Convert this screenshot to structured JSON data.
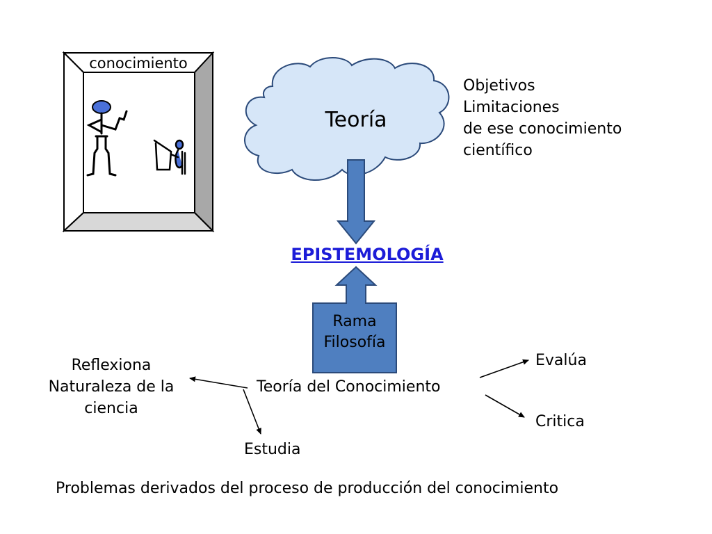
{
  "frame": {
    "title": "conocimiento"
  },
  "cloud": {
    "label": "Teoría"
  },
  "objectives": {
    "lines": [
      "Objetivos",
      "Limitaciones",
      "de ese conocimiento",
      "científico"
    ]
  },
  "epistemology": {
    "label": "EPISTEMOLOGÍA"
  },
  "branch": {
    "lines": [
      "Rama",
      "Filosofía"
    ]
  },
  "theory_of_knowledge": {
    "label": "Teoría del Conocimiento"
  },
  "reflects": {
    "lines": [
      "Reflexiona",
      "Naturaleza de la",
      "ciencia"
    ]
  },
  "studies": {
    "label": "Estudia"
  },
  "evaluates": {
    "label": "Evalúa"
  },
  "criticizes": {
    "label": "Critica"
  },
  "footer": {
    "label": "Problemas derivados del proceso de producción del conocimiento"
  },
  "colors": {
    "arrow_fill": "#4f7fc0",
    "arrow_stroke": "#2b4a7a",
    "cloud_fill": "#d6e6f8",
    "frame_gray": "#a8a8a8",
    "frame_light": "#d8d8d8",
    "link_blue": "#1c1cd8",
    "figure_head": "#4a70d8"
  }
}
